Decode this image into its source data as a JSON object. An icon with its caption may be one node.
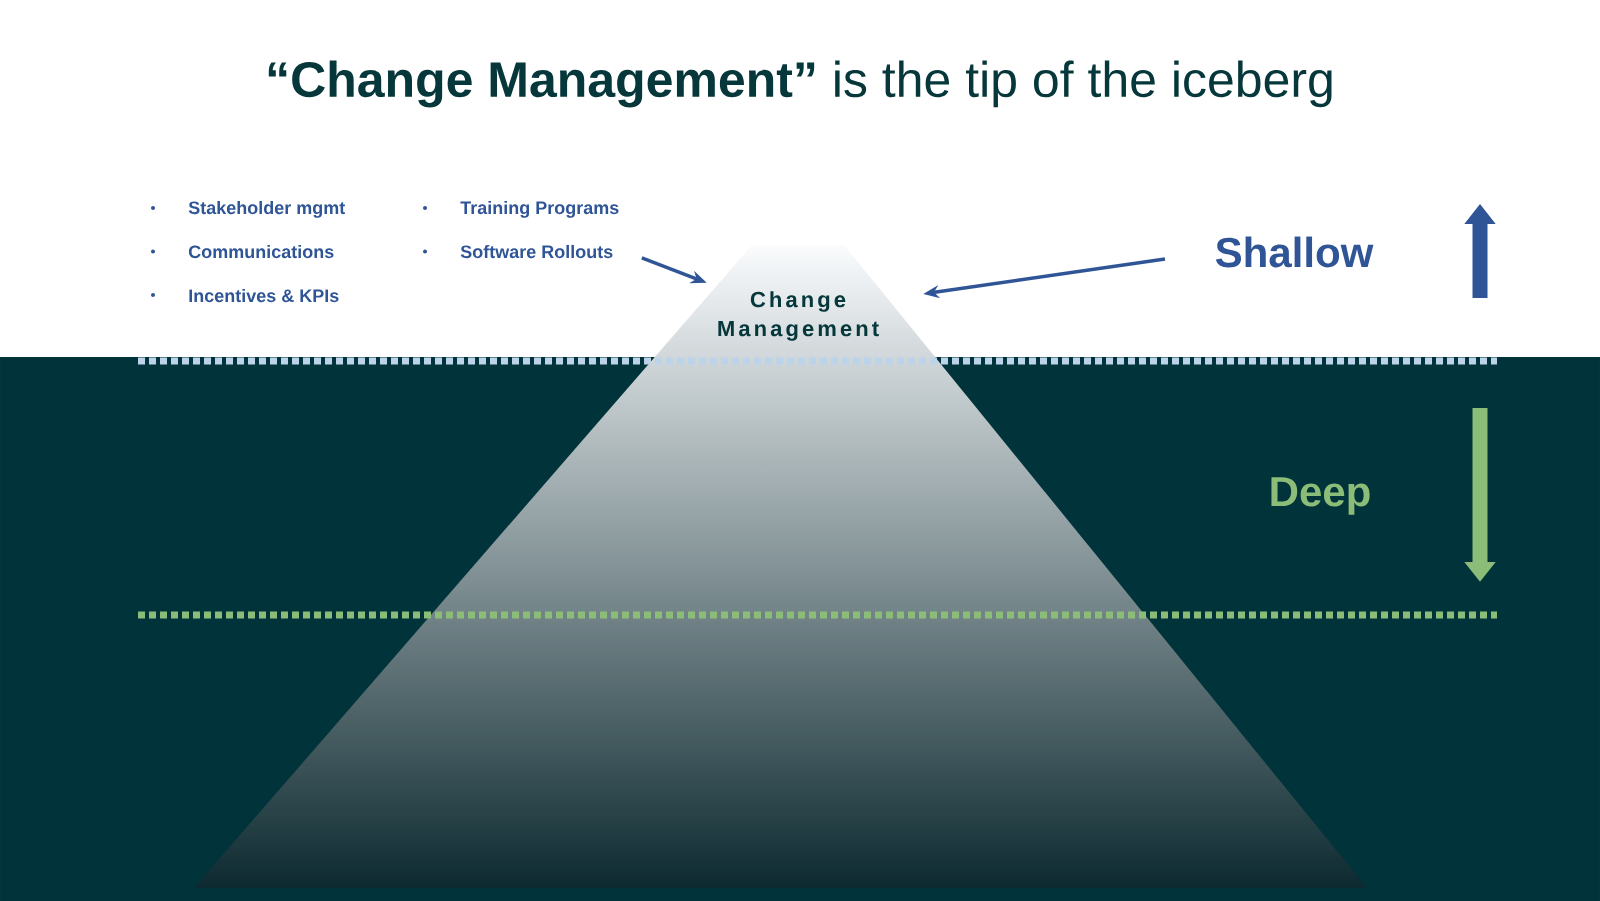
{
  "diagram": {
    "title": "**“Change Management”** is the tip of the iceberg",
    "nodes": [
      {
        "text": [
          "Change Management"
        ]
      },
      {
        "text": [
          "Stakeholder mgmt",
          "Communications",
          "Incentives & KPIs",
          "Training Programs",
          "Software Rollouts"
        ]
      },
      {
        "text": [
          "Shallow"
        ]
      }
    ],
    "edges": [
      {
        "from": 1,
        "to": 0,
        "arrow": "to"
      },
      {
        "from": 2,
        "to": 0,
        "arrow": "to"
      }
    ],
    "labels": [
      "Deep"
    ]
  }
}
